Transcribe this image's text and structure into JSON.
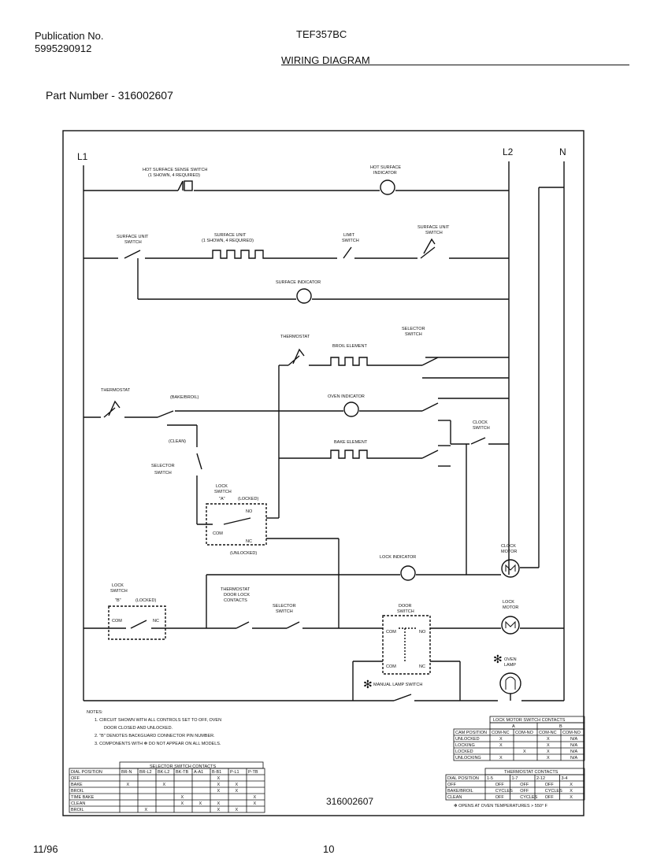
{
  "header": {
    "pub_label": "Publication No.",
    "pub_number": "5995290912",
    "model": "TEF357BC",
    "title": "WIRING DIAGRAM",
    "part_number": "Part Number - 316002607"
  },
  "lines": {
    "l1": "L1",
    "l2": "L2",
    "n": "N"
  },
  "labels": {
    "hot_surface_switch": "HOT SURFACE SENSE SWITCH",
    "hot_surface_switch_2": "(1 SHOWN, 4 REQUIRED)",
    "hot_surface_indicator": "HOT SURFACE",
    "hot_surface_indicator_2": "INDICATOR",
    "surface_unit_switch_l": "SURFACE UNIT",
    "surface_unit_switch_l2": "SWITCH",
    "surface_unit": "SURFACE UNIT",
    "surface_unit_2": "(1 SHOWN, 4 REQUIRED)",
    "limit_switch": "LIMIT",
    "limit_switch_2": "SWITCH",
    "surface_unit_switch_r": "SURFACE UNIT",
    "surface_unit_switch_r2": "SWITCH",
    "surface_indicator": "SURFACE INDICATOR",
    "thermostat_top": "THERMOSTAT",
    "broil_element": "BROIL ELEMENT",
    "selector_switch_r": "SELECTOR",
    "selector_switch_r2": "SWITCH",
    "thermostat_left": "THERMOSTAT",
    "bake_broil": "(BAKE/BROIL)",
    "oven_indicator": "OVEN INDICATOR",
    "clock_switch": "CLOCK",
    "clock_switch_2": "SWITCH",
    "bake_element": "BAKE ELEMENT",
    "clean": "(CLEAN)",
    "selector_switch_l": "SELECTOR",
    "selector_switch_l2": "SWITCH",
    "lock_switch_a": "LOCK",
    "lock_switch_a2": "SWITCH",
    "lock_switch_a3": "\"A\"",
    "locked": "(LOCKED)",
    "unlocked": "(UNLOCKED)",
    "lock_indicator": "LOCK INDICATOR",
    "clock_motor": "CLOCK",
    "clock_motor_2": "MOTOR",
    "lock_switch_b": "LOCK",
    "lock_switch_b2": "SWITCH",
    "lock_switch_b3": "\"B\"",
    "locked_b": "(LOCKED)",
    "thermo_door_lock": "THERMOSTAT",
    "thermo_door_lock_2": "DOOR LOCK",
    "thermo_door_lock_3": "CONTACTS",
    "selector_switch_m": "SELECTOR",
    "selector_switch_m2": "SWITCH",
    "door_switch": "DOOR",
    "door_switch_2": "SWITCH",
    "lock_motor": "LOCK",
    "lock_motor_2": "MOTOR",
    "oven_lamp": "OVEN",
    "oven_lamp_2": "LAMP",
    "manual_lamp_switch": "MANUAL LAMP SWITCH",
    "com": "COM",
    "nc": "NC",
    "no": "NO"
  },
  "notes": {
    "title": "NOTES:",
    "n1": "1. CIRCUIT SHOWN WITH ALL CONTROLS SET TO OFF, OVEN",
    "n1b": "DOOR CLOSED AND UNLOCKED.",
    "n2": "2. \"B\" DENOTES BACKGUARD CONNECTOR PIN NUMBER.",
    "n3": "3. COMPONENTS WITH ✻ DO NOT APPEAR ON ALL MODELS."
  },
  "selector_table": {
    "title": "SELECTOR SWITCH CONTACTS",
    "headers": [
      "DIAL POSITION",
      "BR-N",
      "BR-L2",
      "BK-L2",
      "BK-TB",
      "A-A1",
      "B-B1",
      "P-L1",
      "P-TB"
    ],
    "rows": [
      [
        "OFF",
        "",
        "",
        "",
        "",
        "",
        "X",
        "",
        ""
      ],
      [
        "BAKE",
        "X",
        "",
        "X",
        "",
        "",
        "X",
        "X",
        ""
      ],
      [
        "BROIL",
        "",
        "",
        "",
        "",
        "",
        "X",
        "X",
        ""
      ],
      [
        "TIME BAKE",
        "",
        "",
        "",
        "X",
        "",
        "",
        "",
        "X"
      ],
      [
        "CLEAN",
        "",
        "",
        "",
        "X",
        "X",
        "X",
        "",
        "X"
      ],
      [
        "BROIL",
        "",
        "X",
        "",
        "",
        "",
        "X",
        "X",
        ""
      ]
    ]
  },
  "lock_table": {
    "title": "LOCK MOTOR SWITCH CONTACTS",
    "col_a": "A",
    "col_b": "B",
    "headers": [
      "CAM POSITION",
      "COM-NC",
      "COM-NO",
      "COM-NC",
      "COM-NO"
    ],
    "rows": [
      [
        "UNLOCKED",
        "X",
        "",
        "X",
        "N/A"
      ],
      [
        "LOCKING",
        "X",
        "",
        "X",
        "N/A"
      ],
      [
        "LOCKED",
        "",
        "X",
        "X",
        "N/A"
      ],
      [
        "UNLOCKING",
        "X",
        "",
        "X",
        "N/A"
      ]
    ]
  },
  "thermostat_table": {
    "title": "THERMOSTAT CONTACTS",
    "headers": [
      "DIAL POSITION",
      "1-5",
      "1-7",
      "2-12",
      "3-4"
    ],
    "rows": [
      [
        "OFF",
        "OFF",
        "OFF",
        "OFF",
        "X"
      ],
      [
        "BAKE/BROIL",
        "CYCLES",
        "OFF",
        "CYCLES",
        "X"
      ],
      [
        "CLEAN",
        "OFF",
        "CYCLES",
        "OFF",
        "X"
      ]
    ],
    "footnote": "✻ OPENS AT OVEN TEMPERATURES > 550° F"
  },
  "diagram_number": "316002607",
  "footer": {
    "date": "11/96",
    "page": "10"
  }
}
